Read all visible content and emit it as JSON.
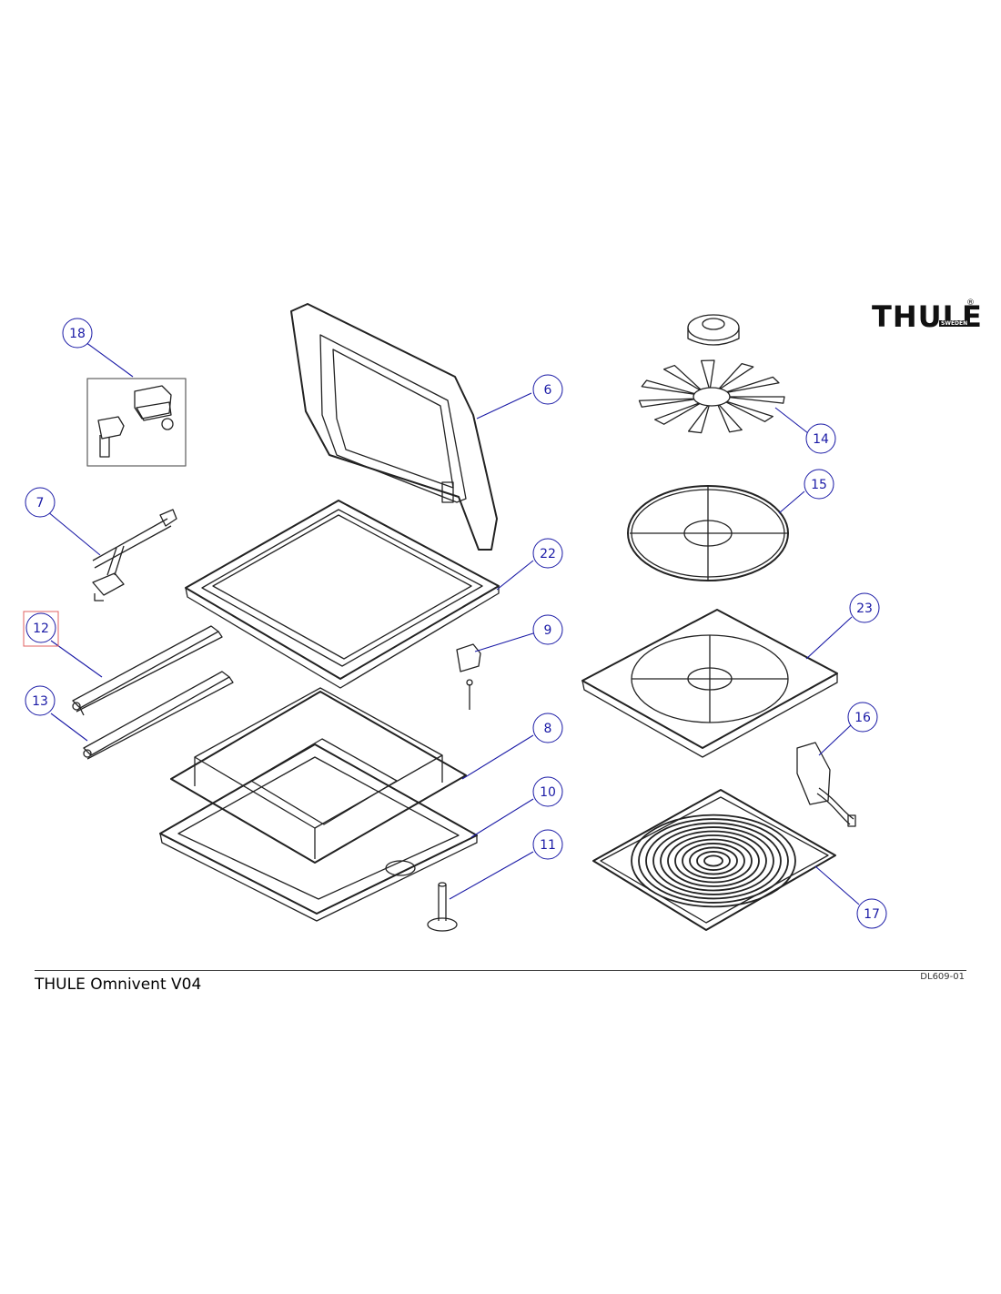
{
  "brand": {
    "name": "THULE",
    "sub": "SWEDEN",
    "reg": "®"
  },
  "footer": {
    "title": "THULE Omnivent V04",
    "code": "DL609-01"
  },
  "callouts": [
    {
      "id": "18",
      "label": "18"
    },
    {
      "id": "7",
      "label": "7"
    },
    {
      "id": "12",
      "label": "12",
      "highlight": true
    },
    {
      "id": "13",
      "label": "13"
    },
    {
      "id": "6",
      "label": "6"
    },
    {
      "id": "22",
      "label": "22"
    },
    {
      "id": "9",
      "label": "9"
    },
    {
      "id": "8",
      "label": "8"
    },
    {
      "id": "10",
      "label": "10"
    },
    {
      "id": "11",
      "label": "11"
    },
    {
      "id": "14",
      "label": "14"
    },
    {
      "id": "15",
      "label": "15"
    },
    {
      "id": "23",
      "label": "23"
    },
    {
      "id": "16",
      "label": "16"
    },
    {
      "id": "17",
      "label": "17"
    }
  ],
  "colors": {
    "callout": "#1a1aa6",
    "highlight": "#e06060",
    "line": "#222222"
  }
}
